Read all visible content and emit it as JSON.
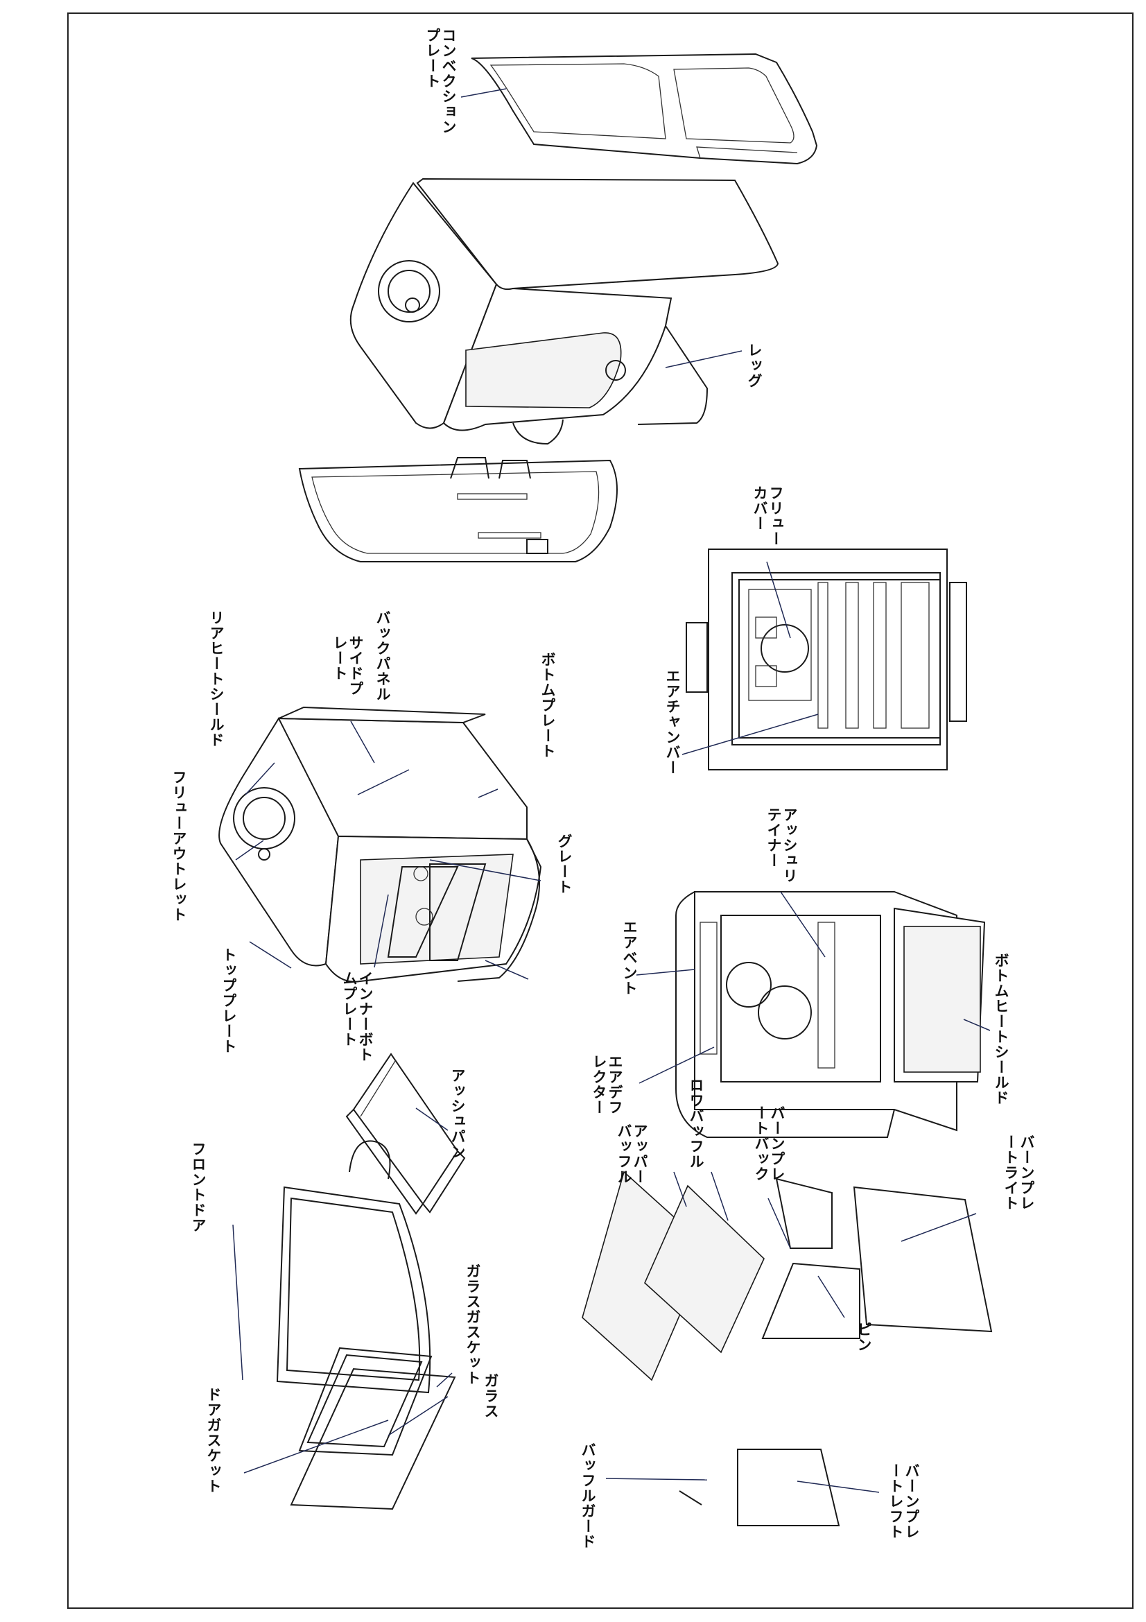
{
  "labels": {
    "convection_plate": "コンベクション\nプレート",
    "leg": "レッグ",
    "rear_heat_shield": "リアヒートシールド",
    "side_plate": "サイドプ\nレート",
    "back_panel": "バックパネル",
    "bottom_plate": "ボトムプレート",
    "flue_outlet": "フリューアウトレット",
    "grate": "グレート",
    "top_plate": "トッププレート",
    "inner_bottom_plate": "インナーボト\nムプレート",
    "ash_pan": "アッシュパン",
    "flue_cover": "フリュー\nカバー",
    "air_chamber": "エアチャンバー",
    "ash_liner": "アッシュリ\nテイナー",
    "air_vent": "エアベント",
    "air_deflector": "エアデフ\nレクター",
    "bottom_heat_shield": "ボトムヒートシールド",
    "front_door": "フロントドア",
    "glass_gasket": "ガラスガスケット",
    "glass": "ガラス",
    "door_gasket": "ドアガスケット",
    "upper_baffle": "アッパー\nバッフル",
    "lower_baffle": "ロワバッフル",
    "burn_plate_back": "バーンプレ\nートバック",
    "burn_plate_right": "バーンプレ\nートライト",
    "pin": "ピン",
    "baffle_guard": "バッフルガード",
    "burn_plate_left": "バーンプレ\nートレフト"
  }
}
